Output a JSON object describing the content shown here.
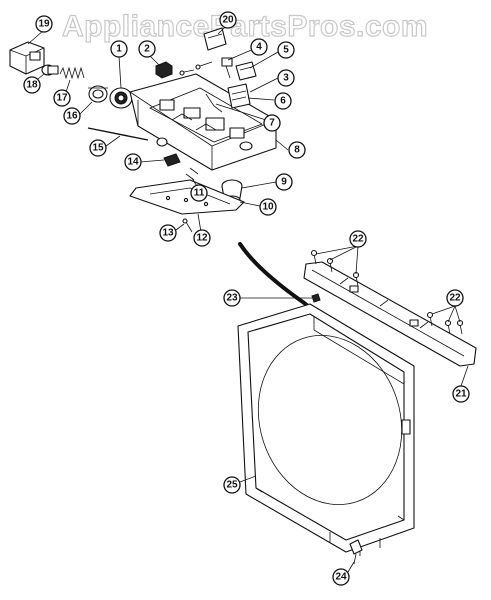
{
  "watermark": "AppliancePartsPros.com",
  "callouts": [
    "1",
    "2",
    "3",
    "4",
    "5",
    "6",
    "7",
    "8",
    "9",
    "10",
    "11",
    "12",
    "13",
    "14",
    "15",
    "16",
    "17",
    "18",
    "19",
    "20",
    "21",
    "22",
    "22",
    "23",
    "24",
    "25"
  ]
}
